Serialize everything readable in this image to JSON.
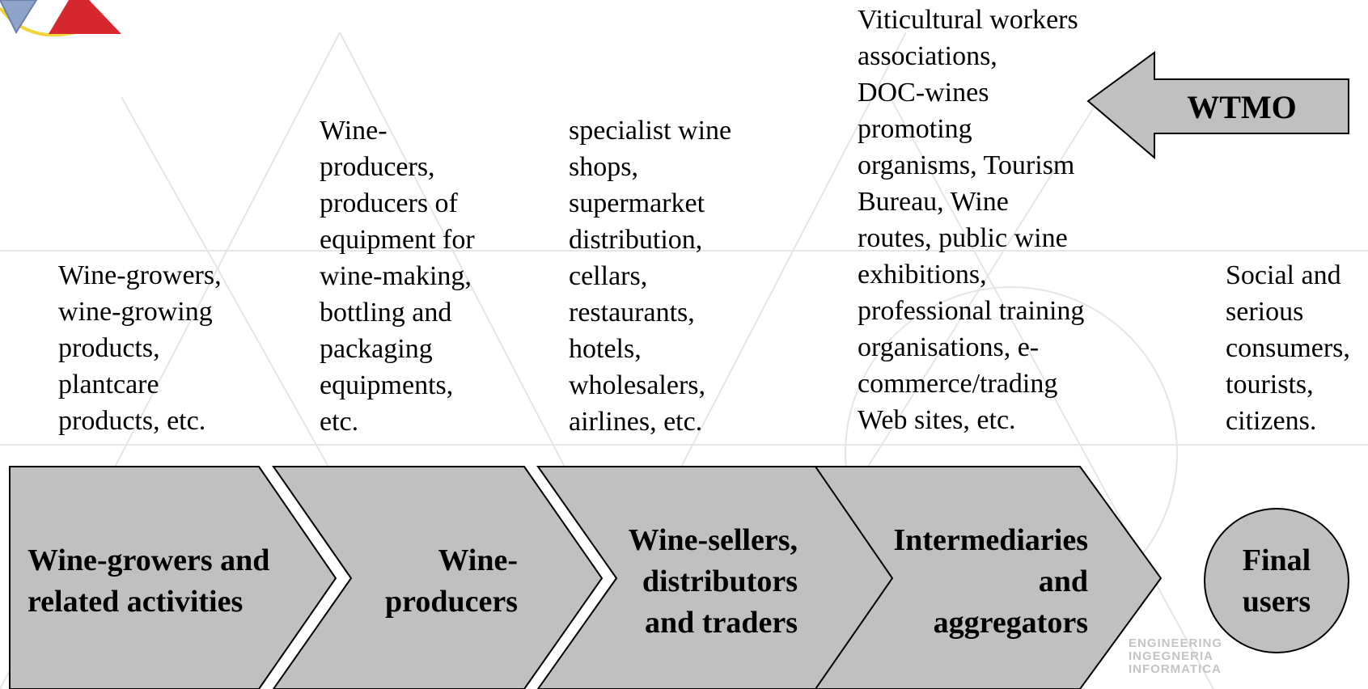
{
  "colors": {
    "shape_fill": "#c0c0c0",
    "shape_stroke": "#000000",
    "logo_red": "#d7282f",
    "logo_yellow": "#f2d33a",
    "logo_blue": "#8fa4c8"
  },
  "callout": {
    "label": "WTMO",
    "icon": "left-arrow-callout"
  },
  "stages": [
    {
      "title": "Wine-growers and\nrelated activities",
      "description": "Wine-growers,\nwine-growing\nproducts,\nplantcare\nproducts, etc."
    },
    {
      "title": "Wine-\nproducers",
      "description": "Wine-\nproducers,\nproducers of\nequipment for\nwine-making,\nbottling and\npackaging\nequipments,\netc."
    },
    {
      "title": "Wine-sellers,\ndistributors\nand traders",
      "description": "specialist wine\nshops,\nsupermarket\ndistribution,\ncellars,\nrestaurants,\nhotels,\nwholesalers,\nairlines, etc."
    },
    {
      "title": "Intermediaries\nand\naggregators",
      "description": "Viticultural workers\nassociations,\nDOC-wines\npromoting\norganisms, Tourism\nBureau, Wine\nroutes, public wine\nexhibitions,\nprofessional training\norganisations, e-\ncommerce/trading\nWeb sites, etc."
    },
    {
      "title": "Final\nusers",
      "description": "Social and\nserious\nconsumers,\ntourists,\ncitizens."
    }
  ],
  "watermark": "ENGINEERING\nINGEGNERIA\nINFORMATICA"
}
